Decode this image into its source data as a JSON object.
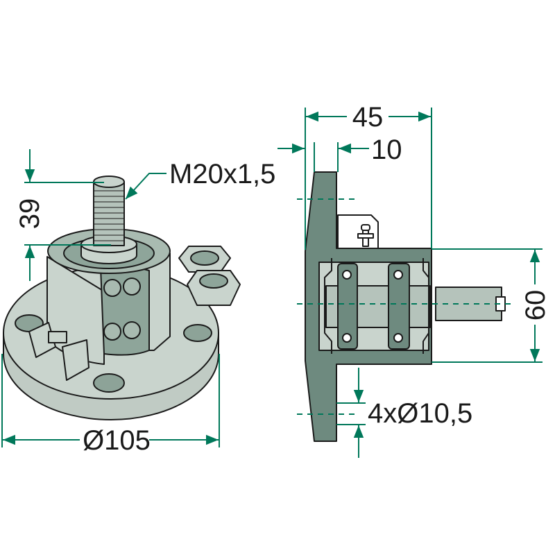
{
  "title": "Bearing housing with threaded stud – technical drawing",
  "colors": {
    "dimension": "#00785a",
    "part_light": "#c9d4cd",
    "part_dark": "#6e8a7f",
    "outline": "#1a1a1a"
  },
  "left_view": {
    "thread_label": "M20x1,5",
    "stud_length_label": "39",
    "flange_diameter_label": "Ø105"
  },
  "right_view": {
    "overall_length_label": "45",
    "flange_thickness_label": "10",
    "hub_diameter_label": "60",
    "bolt_holes_label": "4xØ10,5"
  }
}
